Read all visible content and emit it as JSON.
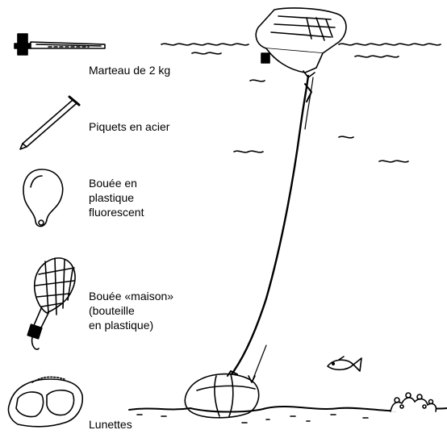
{
  "items": {
    "hammer": {
      "lines": [
        "Marteau de 2 kg"
      ],
      "icon": "hammer-icon"
    },
    "stakes": {
      "lines": [
        "Piquets en acier"
      ],
      "icon": "steel-stake-icon"
    },
    "buoy": {
      "lines": [
        "Bouée en",
        "plastique",
        "fluorescent"
      ],
      "icon": "plastic-buoy-icon"
    },
    "homemade_buoy": {
      "lines": [
        "Bouée «maison»",
        "(bouteille",
        "en plastique)"
      ],
      "icon": "bottle-buoy-icon"
    },
    "goggles": {
      "lines": [
        "Lunettes"
      ],
      "icon": "goggles-icon"
    }
  },
  "scene": {
    "elements": [
      "surface-buoy",
      "mooring-line",
      "fish-icon",
      "anchor-stone",
      "seabed-coral"
    ],
    "ink_color": "#000000",
    "background": "#ffffff"
  }
}
